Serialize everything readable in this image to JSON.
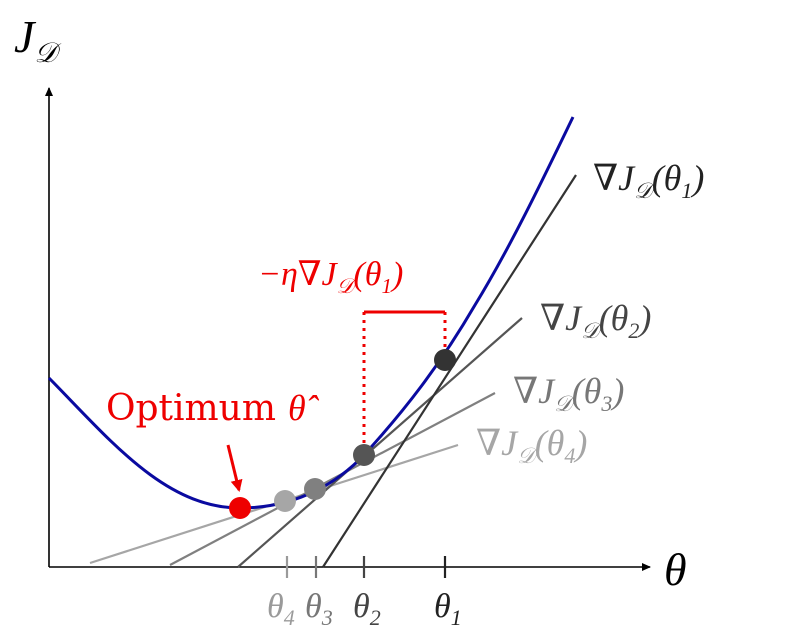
{
  "axes": {
    "y_label": "J_𝒟",
    "y_label_main": "J",
    "y_label_sub": "𝒟",
    "x_label": "θ"
  },
  "points": [
    {
      "id": "optimum",
      "color": "#ee0000"
    },
    {
      "id": "theta4",
      "color": "#a6a6a6"
    },
    {
      "id": "theta3",
      "color": "#808080"
    },
    {
      "id": "theta2",
      "color": "#555555"
    },
    {
      "id": "theta1",
      "color": "#333333"
    }
  ],
  "ticks": [
    {
      "id": "theta4",
      "main": "θ",
      "sub": "4",
      "color": "#9a9a9a"
    },
    {
      "id": "theta3",
      "main": "θ",
      "sub": "3",
      "color": "#777777"
    },
    {
      "id": "theta2",
      "main": "θ",
      "sub": "2",
      "color": "#444444"
    },
    {
      "id": "theta1",
      "main": "θ",
      "sub": "1",
      "color": "#222222"
    }
  ],
  "gradients": [
    {
      "id": "g1",
      "text": "∇J𝒟(θ1)",
      "pre": "∇J",
      "sub1": "𝒟",
      "mid": "(θ",
      "sub2": "1",
      "post": ")",
      "color": "#222222"
    },
    {
      "id": "g2",
      "text": "∇J𝒟(θ2)",
      "pre": "∇J",
      "sub1": "𝒟",
      "mid": "(θ",
      "sub2": "2",
      "post": ")",
      "color": "#444444"
    },
    {
      "id": "g3",
      "text": "∇J𝒟(θ3)",
      "pre": "∇J",
      "sub1": "𝒟",
      "mid": "(θ",
      "sub2": "3",
      "post": ")",
      "color": "#777777"
    },
    {
      "id": "g4",
      "text": "∇J𝒟(θ4)",
      "pre": "∇J",
      "sub1": "𝒟",
      "mid": "(θ",
      "sub2": "4",
      "post": ")",
      "color": "#a6a6a6"
    }
  ],
  "step_label": {
    "text": "−η∇J𝒟(θ1)",
    "pre": "−η∇J",
    "sub1": "𝒟",
    "mid": "(θ",
    "sub2": "1",
    "post": ")",
    "color": "#ee0000"
  },
  "optimum_label": {
    "text": "Optimum θ̂",
    "word": "Optimum",
    "symbol": "θ̂",
    "color": "#ee0000"
  },
  "colors": {
    "curve": "#0a0aa0",
    "axis": "#000000"
  }
}
